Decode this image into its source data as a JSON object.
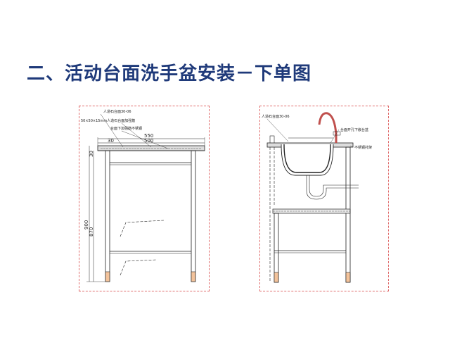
{
  "page": {
    "title": "二、活动台面洗手盆安装－下单图"
  },
  "left_drawing": {
    "callouts": [
      "人造石台面30-06",
      "50×50×15mm人造石台面加强筋",
      "台面下加强筋不锈钢"
    ],
    "dimensions": {
      "top_width": "550",
      "inner_width": "500",
      "edge": "30",
      "rail": "30",
      "total_height": "900",
      "leg_height": "870"
    }
  },
  "right_drawing": {
    "callouts": [
      "人造石台面30-06",
      "台面开孔下嵌台盆",
      "不锈钢托架"
    ]
  }
}
